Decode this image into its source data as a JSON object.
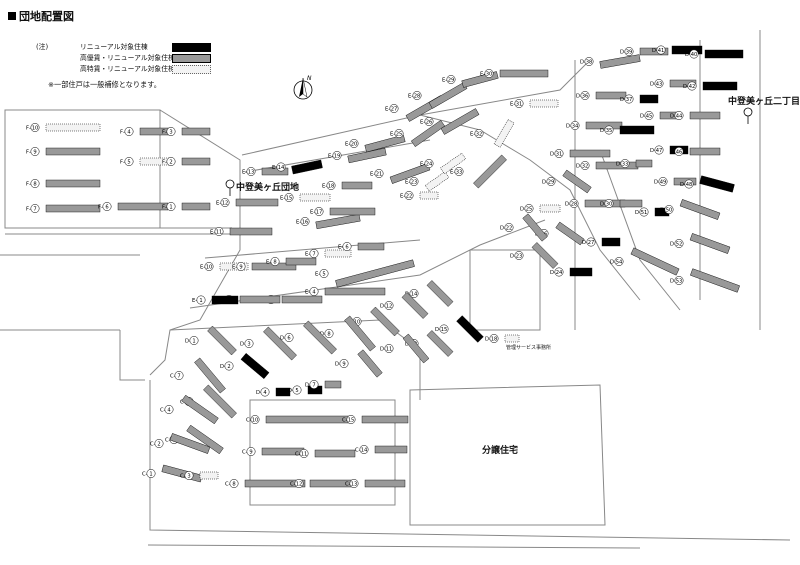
{
  "title": "団地配置図",
  "legend": {
    "note_tag": "(注)",
    "items": [
      {
        "label": "リニューアル対象住棟",
        "kind": "renew"
      },
      {
        "label": "高優賃・リニューアル対象住棟",
        "kind": "high"
      },
      {
        "label": "高特賃・リニューアル対象住棟",
        "kind": "senior"
      }
    ],
    "footnote": "※一部住戸は一般補修となります。"
  },
  "north": "N",
  "places": {
    "estate": "中登美ヶ丘団地",
    "district": "中登美ヶ丘二丁目",
    "office": "管理サービス事務所",
    "sale": "分譲住宅"
  },
  "colors": {
    "renew": "#000000",
    "high": "#999999",
    "senior": "#f3f3f3",
    "road": "#888888"
  },
  "buildings": [
    {
      "id": "F-10",
      "s": "F",
      "n": "10",
      "t": "w"
    },
    {
      "id": "F-9",
      "s": "F",
      "n": "9",
      "t": "h"
    },
    {
      "id": "F-8",
      "s": "F",
      "n": "8",
      "t": "h"
    },
    {
      "id": "F-7",
      "s": "F",
      "n": "7",
      "t": "h"
    },
    {
      "id": "F-4",
      "s": "F",
      "n": "4",
      "t": "h"
    },
    {
      "id": "F-3",
      "s": "F",
      "n": "3",
      "t": "h"
    },
    {
      "id": "F-5",
      "s": "F",
      "n": "5",
      "t": "w"
    },
    {
      "id": "F-2",
      "s": "F",
      "n": "2",
      "t": "h"
    },
    {
      "id": "F-6",
      "s": "F",
      "n": "6",
      "t": "h"
    },
    {
      "id": "F-1",
      "s": "F",
      "n": "1",
      "t": "h"
    },
    {
      "id": "E-13",
      "s": "E",
      "n": "13",
      "t": "h"
    },
    {
      "id": "E-14",
      "s": "E",
      "n": "14",
      "t": "r"
    },
    {
      "id": "E-12",
      "s": "E",
      "n": "12",
      "t": "h"
    },
    {
      "id": "E-11",
      "s": "E",
      "n": "11",
      "t": "h"
    },
    {
      "id": "E-15",
      "s": "E",
      "n": "15",
      "t": "w"
    },
    {
      "id": "E-16",
      "s": "E",
      "n": "16",
      "t": "h"
    },
    {
      "id": "E-10",
      "s": "E",
      "n": "10",
      "t": "w"
    },
    {
      "id": "E-9",
      "s": "E",
      "n": "9",
      "t": "h"
    },
    {
      "id": "E-8",
      "s": "E",
      "n": "8",
      "t": "h"
    },
    {
      "id": "E-7",
      "s": "E",
      "n": "7",
      "t": "w"
    },
    {
      "id": "E-6",
      "s": "E",
      "n": "6",
      "t": "h"
    },
    {
      "id": "E-5",
      "s": "E",
      "n": "5",
      "t": "h"
    },
    {
      "id": "E-4",
      "s": "E",
      "n": "4",
      "t": "h"
    },
    {
      "id": "E-3",
      "s": "E",
      "n": "3",
      "t": "h"
    },
    {
      "id": "E-2",
      "s": "E",
      "n": "2",
      "t": "h"
    },
    {
      "id": "E-1",
      "s": "E",
      "n": "1",
      "t": "r"
    },
    {
      "id": "E-17",
      "s": "E",
      "n": "17",
      "t": "h"
    },
    {
      "id": "E-18",
      "s": "E",
      "n": "18",
      "t": "h"
    },
    {
      "id": "E-19",
      "s": "E",
      "n": "19",
      "t": "h"
    },
    {
      "id": "E-20",
      "s": "E",
      "n": "20",
      "t": "h"
    },
    {
      "id": "E-21",
      "s": "E",
      "n": "21",
      "t": "h"
    },
    {
      "id": "E-22",
      "s": "E",
      "n": "22",
      "t": "w"
    },
    {
      "id": "E-23",
      "s": "E",
      "n": "23",
      "t": "w"
    },
    {
      "id": "E-24",
      "s": "E",
      "n": "24",
      "t": "w"
    },
    {
      "id": "E-25",
      "s": "E",
      "n": "25",
      "t": "h"
    },
    {
      "id": "E-26",
      "s": "E",
      "n": "26",
      "t": "h"
    },
    {
      "id": "E-27",
      "s": "E",
      "n": "27",
      "t": "h"
    },
    {
      "id": "E-28",
      "s": "E",
      "n": "28",
      "t": "h"
    },
    {
      "id": "E-29",
      "s": "E",
      "n": "29",
      "t": "h"
    },
    {
      "id": "E-30",
      "s": "E",
      "n": "30",
      "t": "h"
    },
    {
      "id": "E-31",
      "s": "E",
      "n": "31",
      "t": "w"
    },
    {
      "id": "E-32",
      "s": "E",
      "n": "32",
      "t": "w"
    },
    {
      "id": "E-33",
      "s": "E",
      "n": "33",
      "t": "h"
    },
    {
      "id": "D-38",
      "s": "D",
      "n": "38",
      "t": "h"
    },
    {
      "id": "D-39",
      "s": "D",
      "n": "39",
      "t": "h"
    },
    {
      "id": "D-41",
      "s": "D",
      "n": "41",
      "t": "r"
    },
    {
      "id": "D-40",
      "s": "D",
      "n": "40",
      "t": "r"
    },
    {
      "id": "D-36",
      "s": "D",
      "n": "36",
      "t": "h"
    },
    {
      "id": "D-37",
      "s": "D",
      "n": "37",
      "t": "r"
    },
    {
      "id": "D-43",
      "s": "D",
      "n": "43",
      "t": "h"
    },
    {
      "id": "D-42",
      "s": "D",
      "n": "42",
      "t": "r"
    },
    {
      "id": "D-34",
      "s": "D",
      "n": "34",
      "t": "h"
    },
    {
      "id": "D-35",
      "s": "D",
      "n": "35",
      "t": "r"
    },
    {
      "id": "D-45",
      "s": "D",
      "n": "45",
      "t": "h"
    },
    {
      "id": "D-44",
      "s": "D",
      "n": "44",
      "t": "h"
    },
    {
      "id": "D-31",
      "s": "D",
      "n": "31",
      "t": "h"
    },
    {
      "id": "D-32",
      "s": "D",
      "n": "32",
      "t": "h"
    },
    {
      "id": "D-33",
      "s": "D",
      "n": "33",
      "t": "h"
    },
    {
      "id": "D-47",
      "s": "D",
      "n": "47",
      "t": "r"
    },
    {
      "id": "D-46",
      "s": "D",
      "n": "46",
      "t": "h"
    },
    {
      "id": "D-29",
      "s": "D",
      "n": "29",
      "t": "h"
    },
    {
      "id": "D-28",
      "s": "D",
      "n": "28",
      "t": "h"
    },
    {
      "id": "D-30",
      "s": "D",
      "n": "30",
      "t": "h"
    },
    {
      "id": "D-49",
      "s": "D",
      "n": "49",
      "t": "h"
    },
    {
      "id": "D-48",
      "s": "D",
      "n": "48",
      "t": "r"
    },
    {
      "id": "D-25",
      "s": "D",
      "n": "25",
      "t": "w"
    },
    {
      "id": "D-26",
      "s": "D",
      "n": "26",
      "t": "h"
    },
    {
      "id": "D-51",
      "s": "D",
      "n": "51",
      "t": "r"
    },
    {
      "id": "D-50",
      "s": "D",
      "n": "50",
      "t": "h"
    },
    {
      "id": "D-22",
      "s": "D",
      "n": "22",
      "t": "h"
    },
    {
      "id": "D-27",
      "s": "D",
      "n": "27",
      "t": "r"
    },
    {
      "id": "D-52",
      "s": "D",
      "n": "52",
      "t": "h"
    },
    {
      "id": "D-23",
      "s": "D",
      "n": "23",
      "t": "h"
    },
    {
      "id": "D-54",
      "s": "D",
      "n": "54",
      "t": "h"
    },
    {
      "id": "D-24",
      "s": "D",
      "n": "24",
      "t": "r"
    },
    {
      "id": "D-53",
      "s": "D",
      "n": "53",
      "t": "h"
    },
    {
      "id": "D-14",
      "s": "D",
      "n": "14",
      "t": "h"
    },
    {
      "id": "D-12",
      "s": "D",
      "n": "12",
      "t": "h"
    },
    {
      "id": "D-15",
      "s": "D",
      "n": "15",
      "t": "r"
    },
    {
      "id": "D-10",
      "s": "D",
      "n": "10",
      "t": "h"
    },
    {
      "id": "D-13",
      "s": "D",
      "n": "13",
      "t": "h"
    },
    {
      "id": "D-8",
      "s": "D",
      "n": "8",
      "t": "h"
    },
    {
      "id": "D-11",
      "s": "D",
      "n": "11",
      "t": "h"
    },
    {
      "id": "D-18",
      "s": "D",
      "n": "18",
      "t": "w"
    },
    {
      "id": "D-1",
      "s": "D",
      "n": "1",
      "t": "h"
    },
    {
      "id": "D-3",
      "s": "D",
      "n": "3",
      "t": "h"
    },
    {
      "id": "D-6",
      "s": "D",
      "n": "6",
      "t": "h"
    },
    {
      "id": "D-9",
      "s": "D",
      "n": "9",
      "t": "h"
    },
    {
      "id": "D-2",
      "s": "D",
      "n": "2",
      "t": "r"
    },
    {
      "id": "D-4",
      "s": "D",
      "n": "4",
      "t": "r"
    },
    {
      "id": "D-5",
      "s": "D",
      "n": "5",
      "t": "r"
    },
    {
      "id": "D-7",
      "s": "D",
      "n": "7",
      "t": "h"
    },
    {
      "id": "C-7",
      "s": "C",
      "n": "7",
      "t": "h"
    },
    {
      "id": "C-6",
      "s": "C",
      "n": "6",
      "t": "h"
    },
    {
      "id": "C-4",
      "s": "C",
      "n": "4",
      "t": "h"
    },
    {
      "id": "C-5",
      "s": "C",
      "n": "5",
      "t": "h"
    },
    {
      "id": "C-2",
      "s": "C",
      "n": "2",
      "t": "h"
    },
    {
      "id": "C-1",
      "s": "C",
      "n": "1",
      "t": "h"
    },
    {
      "id": "C-3",
      "s": "C",
      "n": "3",
      "t": "w"
    },
    {
      "id": "C-10",
      "s": "C",
      "n": "10",
      "t": "h"
    },
    {
      "id": "C-9",
      "s": "C",
      "n": "9",
      "t": "h"
    },
    {
      "id": "C-8",
      "s": "C",
      "n": "8",
      "t": "h"
    },
    {
      "id": "C-11",
      "s": "C",
      "n": "11",
      "t": "h"
    },
    {
      "id": "C-12",
      "s": "C",
      "n": "12",
      "t": "h"
    },
    {
      "id": "C-13",
      "s": "C",
      "n": "13",
      "t": "h"
    },
    {
      "id": "C-14",
      "s": "C",
      "n": "14",
      "t": "h"
    },
    {
      "id": "C-15",
      "s": "C",
      "n": "15",
      "t": "h"
    }
  ]
}
